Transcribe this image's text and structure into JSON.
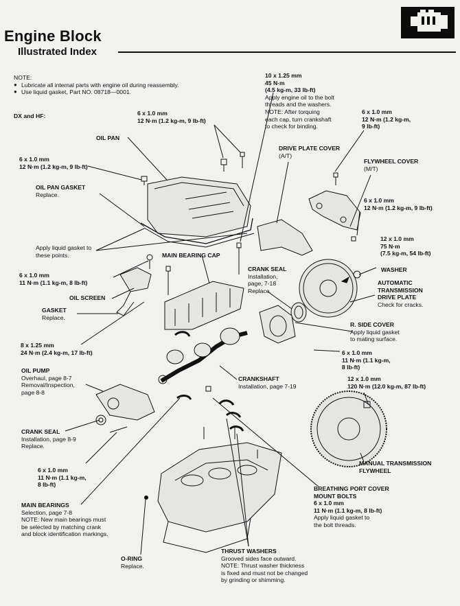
{
  "header": {
    "title": "Engine Block",
    "subtitle": "Illustrated Index",
    "badge_icon": "engine-icon"
  },
  "note": {
    "heading": "NOTE:",
    "items": [
      "Lubricate all internal parts with engine oil during reassembly.",
      "Use liquid gasket, Part NO. 08718—0001."
    ]
  },
  "model": "DX and HF:",
  "labels": {
    "bolt_10x125": {
      "size": "10 x 1.25 mm",
      "torque": "45 N·m",
      "torque_alt": "(4.5 kg-m, 33 lb-ft)",
      "note1": "Apply engine oil to the bolt",
      "note2": "threads and the washers.",
      "note3": "NOTE: After torquing",
      "note4": "each cap, turn crankshaft",
      "note5": "to check for binding."
    },
    "oil_pan_bolt_top": {
      "size": "6 x 1.0 mm",
      "torque": "12 N·m (1.2 kg-m, 9 lb-ft)"
    },
    "drive_plate_bolt": {
      "size": "6 x 1.0 mm",
      "torque1": "12 N·m (1.2 kg-m,",
      "torque2": "9 lb-ft)"
    },
    "oil_pan": "OIL PAN",
    "oil_pan_bolt_left": {
      "size": "6 x 1.0 mm",
      "torque": "12 N·m (1.2 kg-m, 9 lb-ft)"
    },
    "drive_plate_cover": {
      "name": "DRIVE PLATE COVER",
      "sub": "(A/T)"
    },
    "flywheel_cover": {
      "name": "FLYWHEEL COVER",
      "sub": "(M/T)"
    },
    "oil_pan_gasket": {
      "name": "OIL PAN GASKET",
      "sub": "Replace."
    },
    "flywheel_cover_bolt": {
      "size": "6 x 1.0 mm",
      "torque": "12 N·m (1.2 kg-m, 9 lb-ft)"
    },
    "liquid_gasket": {
      "line1": "Apply liquid gasket to",
      "line2": "these points."
    },
    "main_cap_bolt": {
      "size": "12 x 1.0 mm",
      "torque": "75 N·m",
      "torque_alt": "(7.5 kg-m, 54 lb-ft)"
    },
    "main_bearing_cap": "MAIN BEARING CAP",
    "crank_seal_top": {
      "name": "CRANK SEAL",
      "l1": "Installation,",
      "l2": "page, 7-18",
      "l3": "Replace."
    },
    "washer": "WASHER",
    "screen_bolt": {
      "size": "6 x 1.0 mm",
      "torque": "11 N·m (1.1 kg-m, 8 lb-ft)"
    },
    "oil_screen": "OIL SCREEN",
    "auto_drive_plate": {
      "l1": "AUTOMATIC",
      "l2": "TRANSMISSION",
      "l3": "DRIVE PLATE",
      "l4": "Check for cracks."
    },
    "gasket": {
      "name": "GASKET",
      "sub": "Replace."
    },
    "r_side_cover": {
      "name": "R. SIDE COVER",
      "l1": "Apply liquid gasket",
      "l2": "to mating surface."
    },
    "pump_bolt": {
      "size": "8 x 1.25 mm",
      "torque": "24 N·m (2.4 kg-m, 17 lb-ft)"
    },
    "side_cover_bolt": {
      "size": "6 x 1.0 mm",
      "t1": "11 N·m (1.1 kg-m,",
      "t2": "8 lb-ft)"
    },
    "oil_pump": {
      "name": "OIL PUMP",
      "l1": "Overhaul, page 8-7",
      "l2": "Removal/Inspection,",
      "l3": "page 8-8"
    },
    "crankshaft": {
      "name": "CRANKSHAFT",
      "sub": "Installation, page 7-19"
    },
    "flywheel_bolt": {
      "size": "12 x 1.0 mm",
      "torque": "120 N·m (12.0 kg-m, 87 lb-ft)"
    },
    "crank_seal_bottom": {
      "name": "CRANK SEAL",
      "l1": "Installation, page 8-9",
      "l2": "Replace."
    },
    "pump_cover_bolt": {
      "size": "6 x 1.0 mm",
      "t1": "11 N·m (1.1 kg-m,",
      "t2": "8 lb-ft)"
    },
    "manual_flywheel": {
      "l1": "MANUAL TRANSMISSION",
      "l2": "FLYWHEEL"
    },
    "breathing_port": {
      "l1": "BREATHING PORT COVER",
      "l2": "MOUNT BOLTS",
      "size": "6 x 1.0 mm",
      "torque": "11 N·m (1.1 kg-m, 8 lb-ft)",
      "n1": "Apply liquid gasket to",
      "n2": "the bolt threads."
    },
    "main_bearings": {
      "name": "MAIN BEARINGS",
      "l1": "Selection, page 7-8",
      "l2": "NOTE: New main bearings must",
      "l3": "be selected by matching crank",
      "l4": "and block identification markings."
    },
    "o_ring": {
      "name": "O-RING",
      "sub": "Replace."
    },
    "thrust_washers": {
      "name": "THRUST WASHERS",
      "l1": "Grooved sides face outward.",
      "l2": "NOTE: Thrust washer thickness",
      "l3": "is fixed and must not be changed",
      "l4": "by grinding or shimming."
    }
  }
}
